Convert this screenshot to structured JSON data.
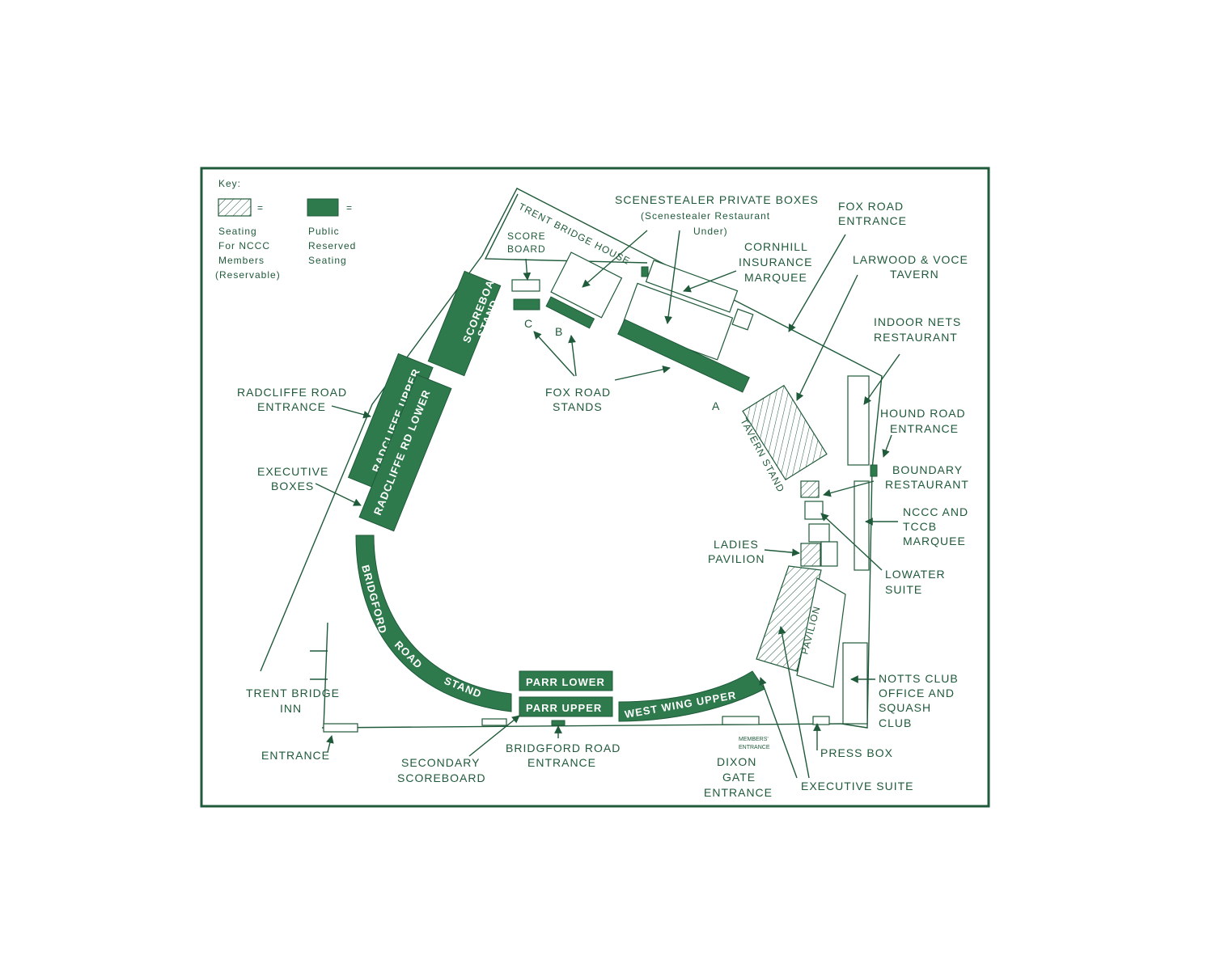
{
  "colors": {
    "ink": "#1f5a3a",
    "public_fill": "#2e7a4c",
    "background": "#ffffff"
  },
  "key": {
    "title": "Key:",
    "equals": "=",
    "members_lines": [
      "Seating",
      "For NCCC",
      "Members",
      "(Reservable)"
    ],
    "public_lines": [
      "Public",
      "Reserved",
      "Seating"
    ]
  },
  "stands": {
    "scoreboard_stand": [
      "SCOREBOARD",
      "STAND"
    ],
    "radcliffe_upper": "RADCLIFFE UPPER",
    "radcliffe_lower": "RADCLIFFE RD LOWER",
    "bridgford_road_stand": [
      "BRIDGFORD",
      "ROAD",
      "STAND"
    ],
    "parr_lower": "PARR LOWER",
    "parr_upper": "PARR UPPER",
    "west_wing_upper": "WEST WING UPPER",
    "trent_bridge_house": "TRENT BRIDGE HOUSE",
    "tavern_stand": "TAVERN STAND",
    "pavilion": "PAVILION",
    "fox_a": "A",
    "fox_b": "B",
    "fox_c": "C"
  },
  "labels": {
    "scenestealer": [
      "SCENESTEALER PRIVATE BOXES",
      "(Scenestealer Restaurant",
      "Under)"
    ],
    "fox_road_entrance": [
      "FOX ROAD",
      "ENTRANCE"
    ],
    "cornhill": [
      "CORNHILL",
      "INSURANCE",
      "MARQUEE"
    ],
    "larwood": [
      "LARWOOD & VOCE",
      "TAVERN"
    ],
    "indoor_nets": [
      "INDOOR NETS",
      "RESTAURANT"
    ],
    "hound_road": [
      "HOUND ROAD",
      "ENTRANCE"
    ],
    "boundary": [
      "BOUNDARY",
      "RESTAURANT"
    ],
    "nccc_tccb": [
      "NCCC AND",
      "TCCB",
      "MARQUEE"
    ],
    "lowater": [
      "LOWATER",
      "SUITE"
    ],
    "ladies": [
      "LADIES",
      "PAVILION"
    ],
    "notts_club": [
      "NOTTS  CLUB",
      "OFFICE AND",
      "SQUASH",
      "CLUB"
    ],
    "press_box": "PRESS BOX",
    "executive_suite": "EXECUTIVE SUITE",
    "dixon_gate": [
      "DIXON",
      "GATE",
      "ENTRANCE"
    ],
    "members_entrance": [
      "MEMBERS'",
      "ENTRANCE"
    ],
    "bridgford_entrance": [
      "BRIDGFORD ROAD",
      "ENTRANCE"
    ],
    "secondary_scoreboard": [
      "SECONDARY",
      "SCOREBOARD"
    ],
    "entrance": "ENTRANCE",
    "trent_bridge_inn": [
      "TRENT BRIDGE",
      "INN"
    ],
    "executive_boxes": [
      "EXECUTIVE",
      "BOXES"
    ],
    "radcliffe_entrance": [
      "RADCLIFFE ROAD",
      "ENTRANCE"
    ],
    "score_board": [
      "SCORE",
      "BOARD"
    ],
    "fox_road_stands": [
      "FOX ROAD",
      "STANDS"
    ]
  }
}
